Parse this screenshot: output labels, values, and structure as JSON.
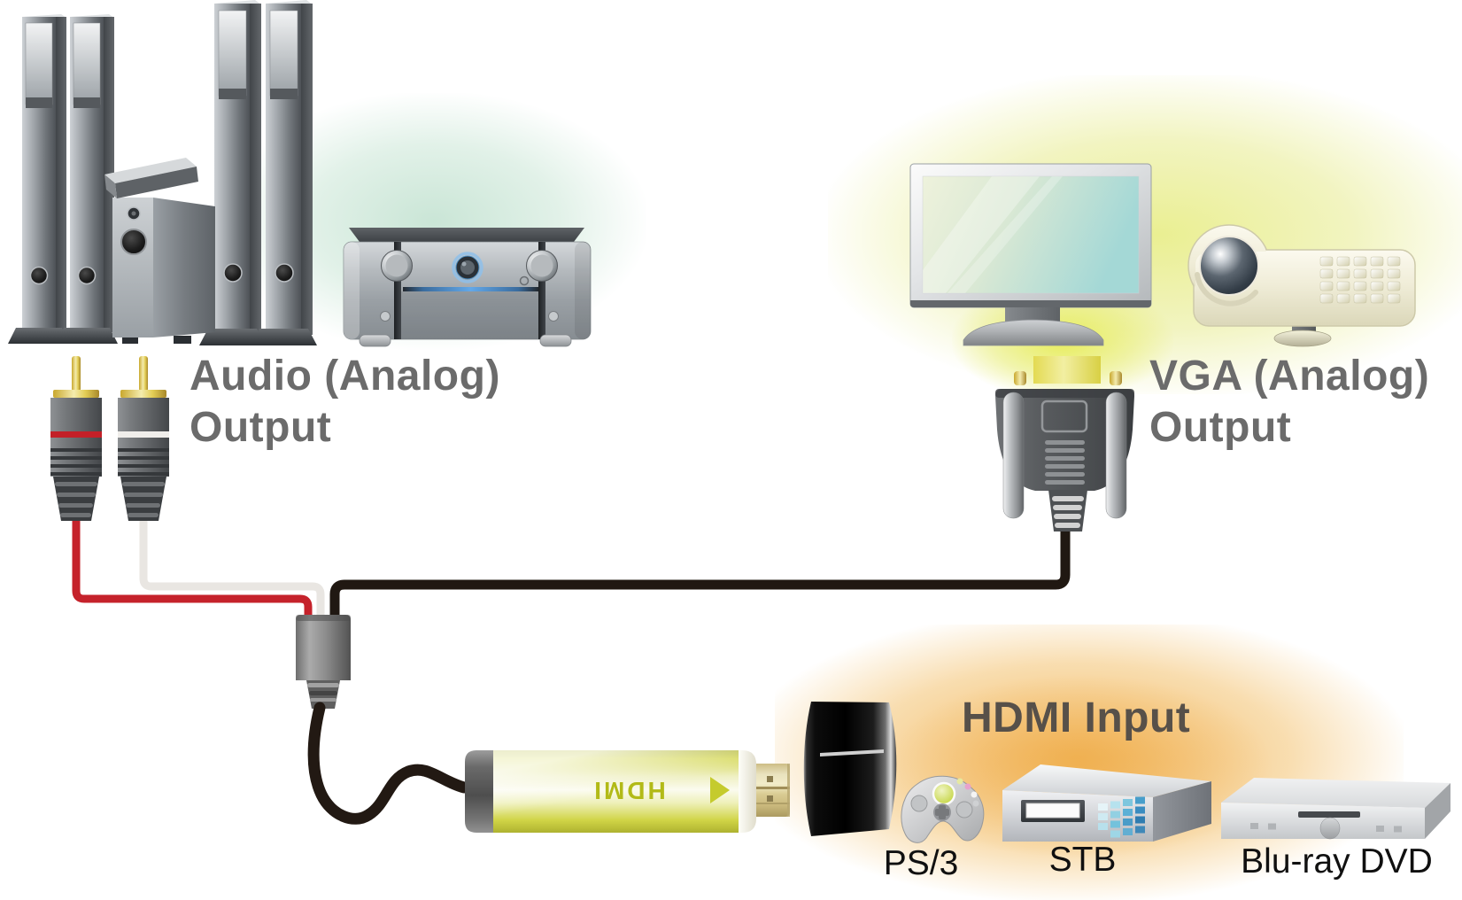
{
  "labels": {
    "audio_output_line1": "Audio (Analog)",
    "audio_output_line2": "Output",
    "vga_output_line1": "VGA (Analog)",
    "vga_output_line2": "Output",
    "hdmi_input": "HDMI Input",
    "ps3": "PS/3",
    "stb": "STB",
    "bluray": "Blu-ray DVD",
    "adapter_print": "HDMI"
  },
  "illustrations": {
    "speakers": "surround-speaker-system-icon",
    "av_receiver": "av-receiver-icon",
    "monitor": "lcd-monitor-icon",
    "projector": "projector-icon",
    "rca_left": "rca-plug-red-icon",
    "rca_right": "rca-plug-white-icon",
    "vga_connector": "vga-connector-icon",
    "junction_plug": "cable-junction-plug-icon",
    "hdmi_adapter": "hdmi-adapter-dongle-icon",
    "hdmi_plug": "hdmi-gold-plug-icon",
    "arrow": "right-arrow-icon",
    "ps3_console": "ps3-console-icon",
    "controller": "game-controller-icon",
    "stb_box": "set-top-box-icon",
    "bluray_player": "blu-ray-player-icon"
  },
  "connections": [
    {
      "from": "Audio (Analog) Output",
      "via": "red and white RCA cables",
      "to": "HDMI adapter"
    },
    {
      "from": "VGA (Analog) Output",
      "via": "black VGA cable",
      "to": "HDMI adapter"
    },
    {
      "from": "HDMI adapter",
      "via": "HDMI plug",
      "to": "HDMI Input (PS/3, STB, Blu-ray DVD)"
    }
  ],
  "colors": {
    "label_gray": "#6b6b6b",
    "hdmi_input_label": "#575049",
    "device_label": "#111111",
    "cable_red": "#c5222b",
    "cable_white": "#eceae6",
    "cable_black": "#211913",
    "adapter_body_yellow": "#d8dc55",
    "adapter_print_yellow": "#b2ba17",
    "glow_teal": "#cfe8d9",
    "glow_yellow": "#edf09e",
    "glow_orange": "#f2bb62",
    "gold_connector": "#e3cd55"
  }
}
